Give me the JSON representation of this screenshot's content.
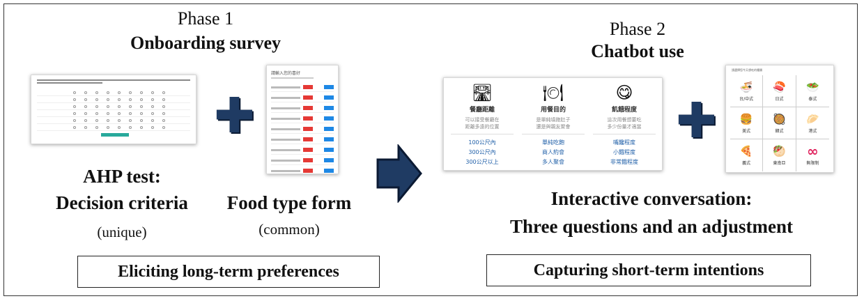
{
  "phase1": {
    "title": "Phase 1",
    "subtitle": "Onboarding survey",
    "ahp_label_line1": "AHP test:",
    "ahp_label_line2": "Decision criteria",
    "ahp_note": "(unique)",
    "food_label": "Food type form",
    "food_note": "(common)",
    "box_text": "Eliciting long-term preferences"
  },
  "phase2": {
    "title": "Phase 2",
    "subtitle": "Chatbot use",
    "label_line1": "Interactive conversation:",
    "label_line2": "Three questions and an adjustment",
    "box_text": "Capturing short-term intentions"
  },
  "colors": {
    "plus": "#1f3b63",
    "arrow": "#1f3b63",
    "red_button": "#e53935",
    "blue_button": "#1e88e5",
    "teal_button": "#28a99b"
  },
  "chatbot_thumb": {
    "columns": [
      {
        "icon": "road-icon",
        "glyph": "🛣",
        "title": "餐廳距離",
        "desc1": "可以接受餐廳在",
        "desc2": "距離多遠的位置",
        "options": [
          "100公尺內",
          "300公尺內",
          "300公尺以上"
        ]
      },
      {
        "icon": "dining-icon",
        "glyph": "🍽",
        "title": "用餐目的",
        "desc1": "是單純填飽肚子",
        "desc2": "還是與親友聚會",
        "options": [
          "單純吃飽",
          "商人約會",
          "多人聚會"
        ]
      },
      {
        "icon": "hunger-icon",
        "glyph": "😋",
        "title": "飢餓程度",
        "desc1": "這次用餐想要吃",
        "desc2": "多少份量才適當",
        "options": [
          "嘴饞程度",
          "小餓程度",
          "非常餓程度"
        ]
      }
    ]
  },
  "grid_thumb": {
    "header": "請選擇您今天想吃的種類",
    "cells": [
      {
        "icon": "bowl-icon",
        "glyph": "🍜",
        "label": "台/中式"
      },
      {
        "icon": "sushi-icon",
        "glyph": "🍣",
        "label": "日式"
      },
      {
        "icon": "salad-icon",
        "glyph": "🥗",
        "label": "泰式"
      },
      {
        "icon": "burger-icon",
        "glyph": "🍔",
        "label": "美式"
      },
      {
        "icon": "korean-icon",
        "glyph": "🥘",
        "label": "韓式"
      },
      {
        "icon": "dumpling-icon",
        "glyph": "🥟",
        "label": "港式"
      },
      {
        "icon": "pizza-icon",
        "glyph": "🍕",
        "label": "義式"
      },
      {
        "icon": "kebab-icon",
        "glyph": "🥙",
        "label": "東南亞"
      },
      {
        "icon": "infinity-icon",
        "glyph": "∞",
        "label": "無限制"
      }
    ]
  },
  "food_form_thumb": {
    "title": "請輸入您的喜好"
  }
}
